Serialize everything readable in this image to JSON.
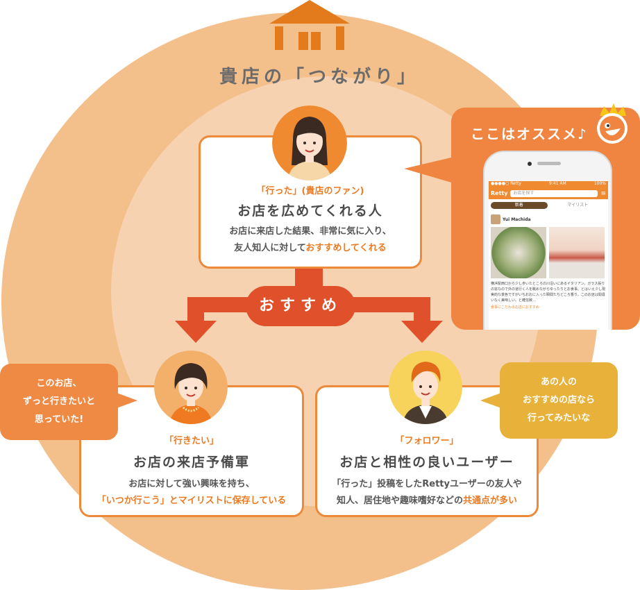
{
  "title": "貴店の「つながり」",
  "recommend_label": "おすすめ",
  "top_card": {
    "tag": "「行った」(貴店のファン)",
    "heading": "お店を広めてくれる人",
    "desc_line1": "お店に来店した結果、非常に気に入り、",
    "desc_line2_plain": "友人知人に対して",
    "desc_line2_highlight": "おすすめしてくれる"
  },
  "left_card": {
    "tag": "「行きたい」",
    "heading": "お店の来店予備軍",
    "desc_line1": "お店に対して強い興味を持ち、",
    "desc_line2_highlight": "「いつか行こう」とマイリストに保存している"
  },
  "right_card": {
    "tag": "「フォロワー」",
    "heading": "お店と相性の良いユーザー",
    "desc_line1": "「行った」投稿をしたRettyユーザーの友人や",
    "desc_line2_plain": "知人、居住地や趣味嗜好などの",
    "desc_line2_highlight": "共通点が多い"
  },
  "left_bubble": [
    "このお店、",
    "ずっと行きたいと",
    "思っていた!"
  ],
  "right_bubble": [
    "あの人の",
    "おすすめの店なら",
    "行ってみたいな"
  ],
  "phone_panel": {
    "label": "ここはオススメ♪",
    "app_name": "Retty",
    "search_placeholder": "お店を探す",
    "carrier": "●●●●○ Retty",
    "time": "9:41 AM",
    "battery": "100%",
    "tab_active": "新着",
    "tab_inactive": "マイリスト",
    "user_name": "Yui Machida",
    "post_text": "横浜駅西口から少し歩いたところの川沿いにあるイタリアン。ガラス張りの窓なので外の道行く人を眺めながらゆったりとお食事。とはいえ少し現実的な景色ですがいちおおに入った瞬間たちどころ香り。このお店は間違いなく美味しい。と確信致…",
    "post_link": "食事にこだわるお店におすすめ"
  },
  "colors": {
    "outer": "#f3bf8b",
    "inner": "#f6d2b0",
    "accent": "#ec7a22",
    "arrow": "#e0502a",
    "left_bubble": "#ef8a45",
    "right_bubble": "#e8b23a"
  }
}
